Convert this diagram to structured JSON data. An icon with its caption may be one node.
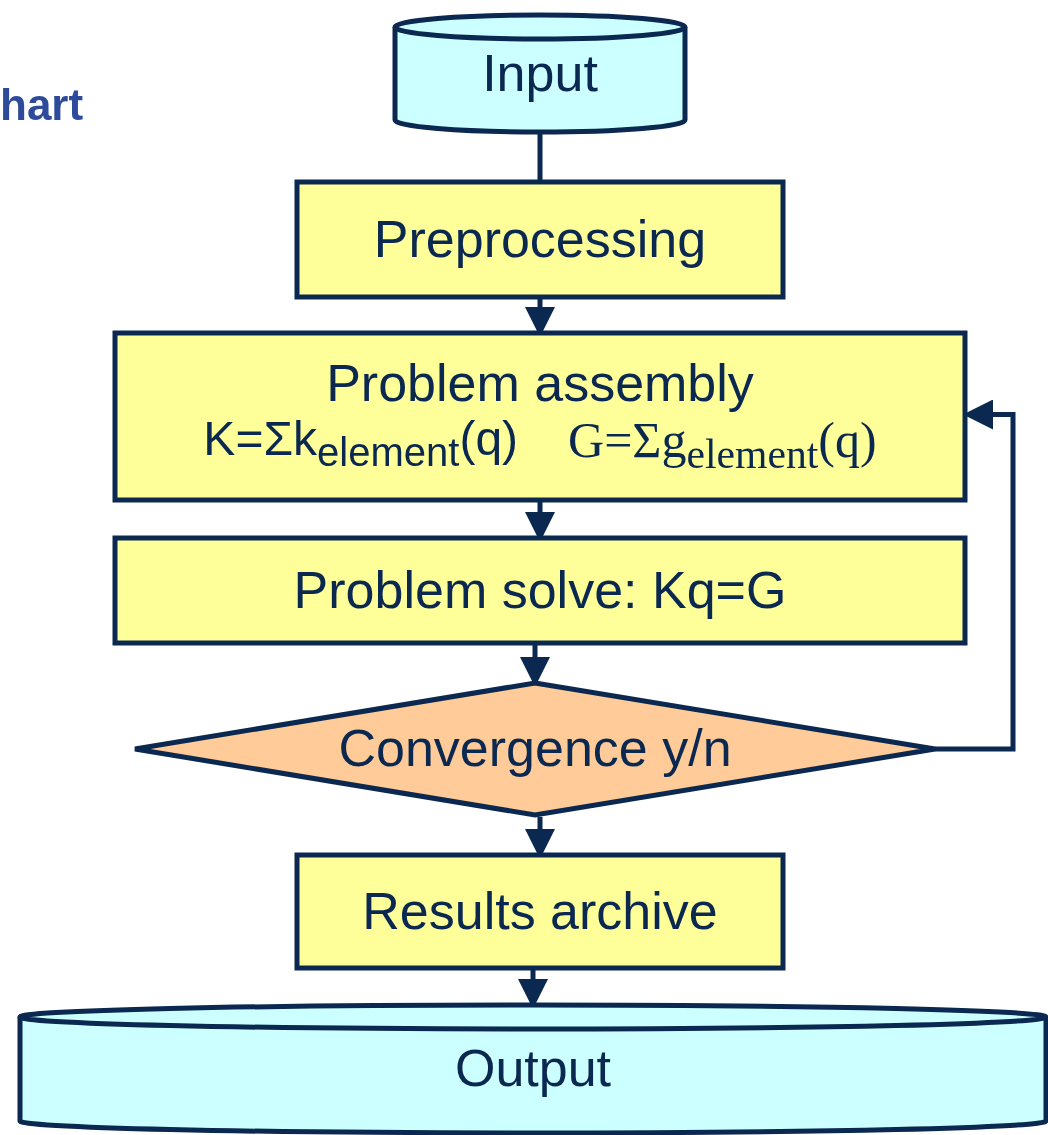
{
  "diagram": {
    "nodes": [
      {
        "text": [
          "Input"
        ]
      },
      {
        "text": [
          "Preprocessing"
        ]
      },
      {
        "text": [
          "Problem assembly",
          "K=Σk$_{element}$(q)",
          "G=Σg$_{element}$(q)"
        ]
      },
      {
        "text": [
          "Problem solve: Kq=G"
        ]
      },
      {
        "text": [
          "Convergence y/n"
        ]
      },
      {
        "text": [
          "Results archive"
        ]
      },
      {
        "text": [
          "Output"
        ]
      }
    ],
    "edges": [
      {
        "from": 0,
        "to": 1,
        "arrow": "none"
      },
      {
        "from": 1,
        "to": 2,
        "arrow": "to"
      },
      {
        "from": 2,
        "to": 3,
        "arrow": "to"
      },
      {
        "from": 3,
        "to": 4,
        "arrow": "to"
      },
      {
        "from": 4,
        "to": 2,
        "arrow": "to"
      },
      {
        "from": 4,
        "to": 5,
        "arrow": "to"
      },
      {
        "from": 5,
        "to": 6,
        "arrow": "to"
      }
    ],
    "labels": [
      "hart"
    ]
  }
}
